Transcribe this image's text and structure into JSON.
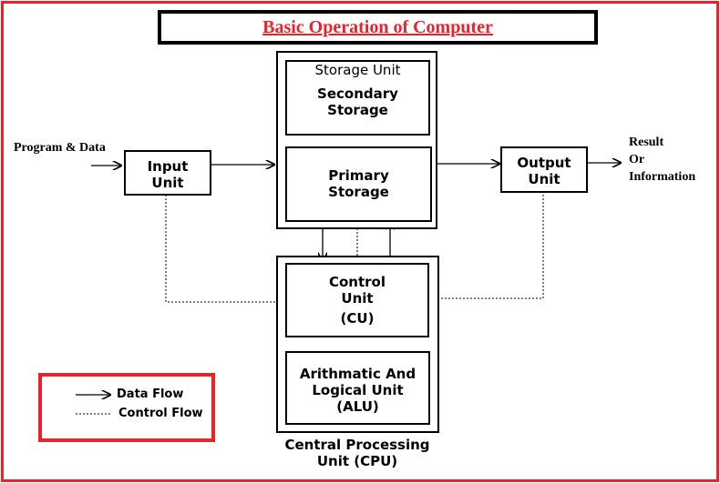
{
  "title": "Basic Operation of Computer",
  "input_label": "Program & Data",
  "output_label": [
    "Result",
    "Or",
    "Information"
  ],
  "input_unit": [
    "Input",
    "Unit"
  ],
  "output_unit": [
    "Output",
    "Unit"
  ],
  "storage_unit": "Storage Unit",
  "secondary_storage": [
    "Secondary",
    "Storage"
  ],
  "primary_storage": [
    "Primary",
    "Storage"
  ],
  "control_unit": [
    "Control",
    "Unit",
    "(CU)"
  ],
  "alu": [
    "Arithmatic And",
    "Logical Unit",
    "(ALU)"
  ],
  "cpu_label": [
    "Central Processing",
    "Unit (CPU)"
  ],
  "legend": {
    "data_flow": "Data Flow",
    "control_flow": "Control Flow"
  },
  "colors": {
    "accent": "#e8232b",
    "line": "#000000"
  }
}
